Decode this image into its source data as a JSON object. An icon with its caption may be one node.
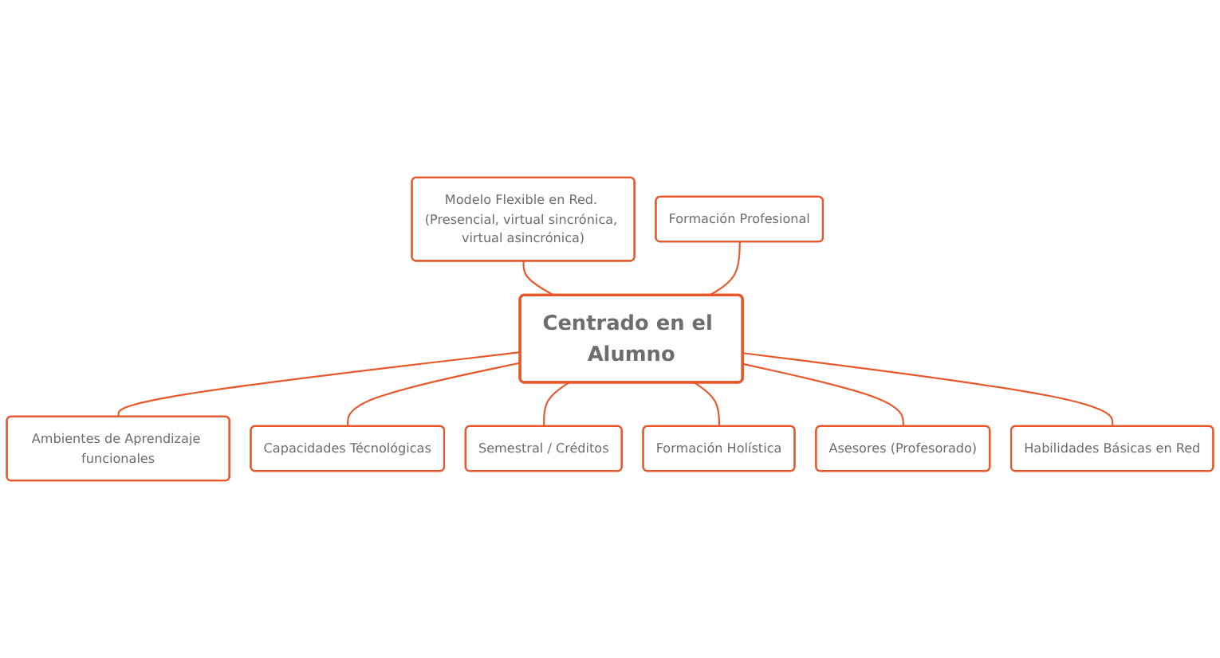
{
  "diagram": {
    "nodes": [
      {
        "text": [
          "Centrado en el Alumno"
        ]
      },
      {
        "text": [
          "Modelo Flexible en Red. (Presencial, virtual sincrónica, virtual asincrónica)"
        ]
      },
      {
        "text": [
          "Formación Profesional"
        ]
      },
      {
        "text": [
          "Ambientes de Aprendizaje funcionales"
        ]
      },
      {
        "text": [
          "Capacidades Técnológicas"
        ]
      },
      {
        "text": [
          "Semestral / Créditos"
        ]
      },
      {
        "text": [
          "Formación Holística"
        ]
      },
      {
        "text": [
          "Asesores (Profesorado)"
        ]
      },
      {
        "text": [
          "Habilidades Básicas en Red"
        ]
      }
    ],
    "edges": [
      {
        "from": 1,
        "to": 0,
        "arrow": "none"
      },
      {
        "from": 2,
        "to": 0,
        "arrow": "none"
      },
      {
        "from": 0,
        "to": 3,
        "arrow": "none"
      },
      {
        "from": 0,
        "to": 4,
        "arrow": "none"
      },
      {
        "from": 0,
        "to": 5,
        "arrow": "none"
      },
      {
        "from": 0,
        "to": 6,
        "arrow": "none"
      },
      {
        "from": 0,
        "to": 7,
        "arrow": "none"
      },
      {
        "from": 0,
        "to": 8,
        "arrow": "none"
      }
    ]
  }
}
